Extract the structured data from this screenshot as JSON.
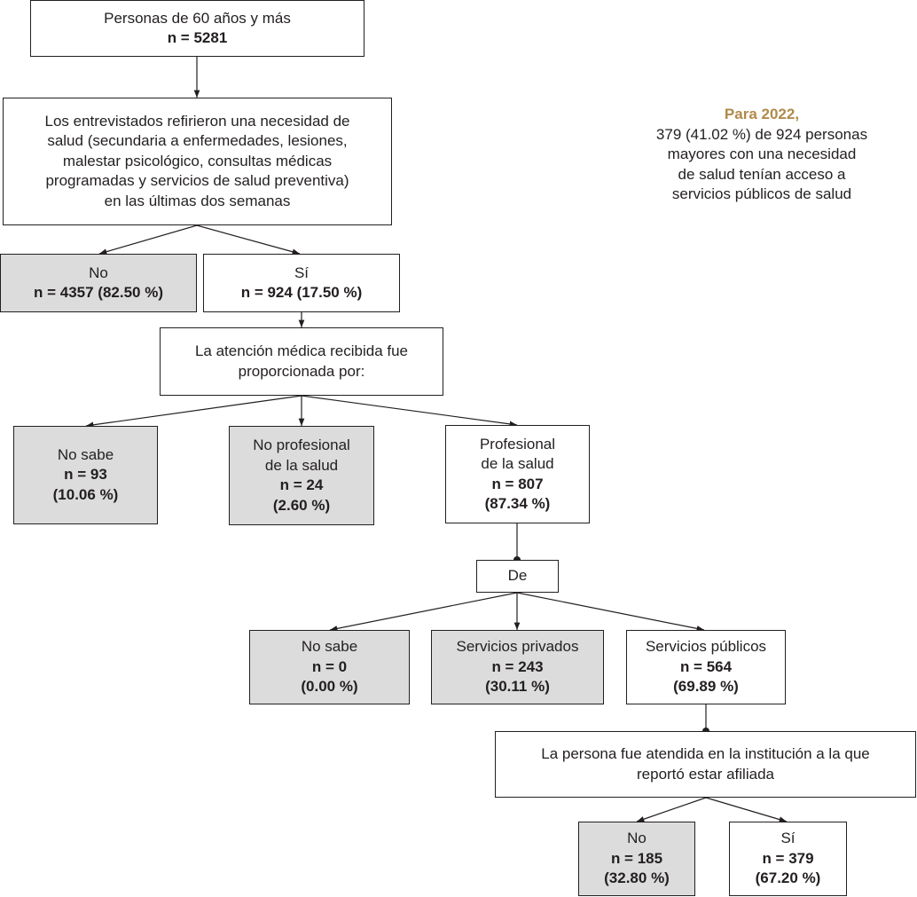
{
  "boxes": {
    "root": {
      "lines": [
        "Personas de 60 años y más"
      ],
      "count": "n = 5281"
    },
    "need": {
      "lines": [
        "Los entrevistados refirieron una necesidad de",
        "salud (secundaria a enfermedades, lesiones,",
        "malestar psicológico, consultas médicas",
        "programadas y servicios de salud preventiva)",
        "en las últimas dos semanas"
      ]
    },
    "need_no": {
      "lines": [
        "No"
      ],
      "count": "n = 4357 (82.50 %)"
    },
    "need_yes": {
      "lines": [
        "Sí"
      ],
      "count": "n = 924 (17.50 %)"
    },
    "provider": {
      "lines": [
        "La atención médica recibida fue",
        "proporcionada por:"
      ]
    },
    "prov_unknown": {
      "lines": [
        "No sabe"
      ],
      "count": "n = 93",
      "pct": "(10.06 %)"
    },
    "prov_nonprof": {
      "lines": [
        "No profesional",
        "de la salud"
      ],
      "count": "n = 24",
      "pct": "(2.60 %)"
    },
    "prov_prof": {
      "lines": [
        "Profesional",
        "de la salud"
      ],
      "count": "n = 807",
      "pct": "(87.34 %)"
    },
    "de": {
      "lines": [
        "De"
      ]
    },
    "svc_unknown": {
      "lines": [
        "No sabe"
      ],
      "count": "n = 0",
      "pct": "(0.00 %)"
    },
    "svc_private": {
      "lines": [
        "Servicios privados"
      ],
      "count": "n = 243",
      "pct": "(30.11 %)"
    },
    "svc_public": {
      "lines": [
        "Servicios públicos"
      ],
      "count": "n = 564",
      "pct": "(69.89 %)"
    },
    "affil": {
      "lines": [
        "La persona fue atendida en la institución a la que",
        "reportó estar afiliada"
      ]
    },
    "affil_no": {
      "lines": [
        "No"
      ],
      "count": "n = 185",
      "pct": "(32.80 %)"
    },
    "affil_yes": {
      "lines": [
        "Sí"
      ],
      "count": "n = 379",
      "pct": "(67.20 %)"
    }
  },
  "note": {
    "highlight": "Para 2022,",
    "lines": [
      "379 (41.02 %) de 924 personas",
      "mayores con una necesidad",
      "de salud tenían acceso a",
      "servicios públicos de salud"
    ],
    "highlight_color": "#b08a4a"
  },
  "colors": {
    "line": "#231f20",
    "shaded_box": "#dcdcdc"
  }
}
